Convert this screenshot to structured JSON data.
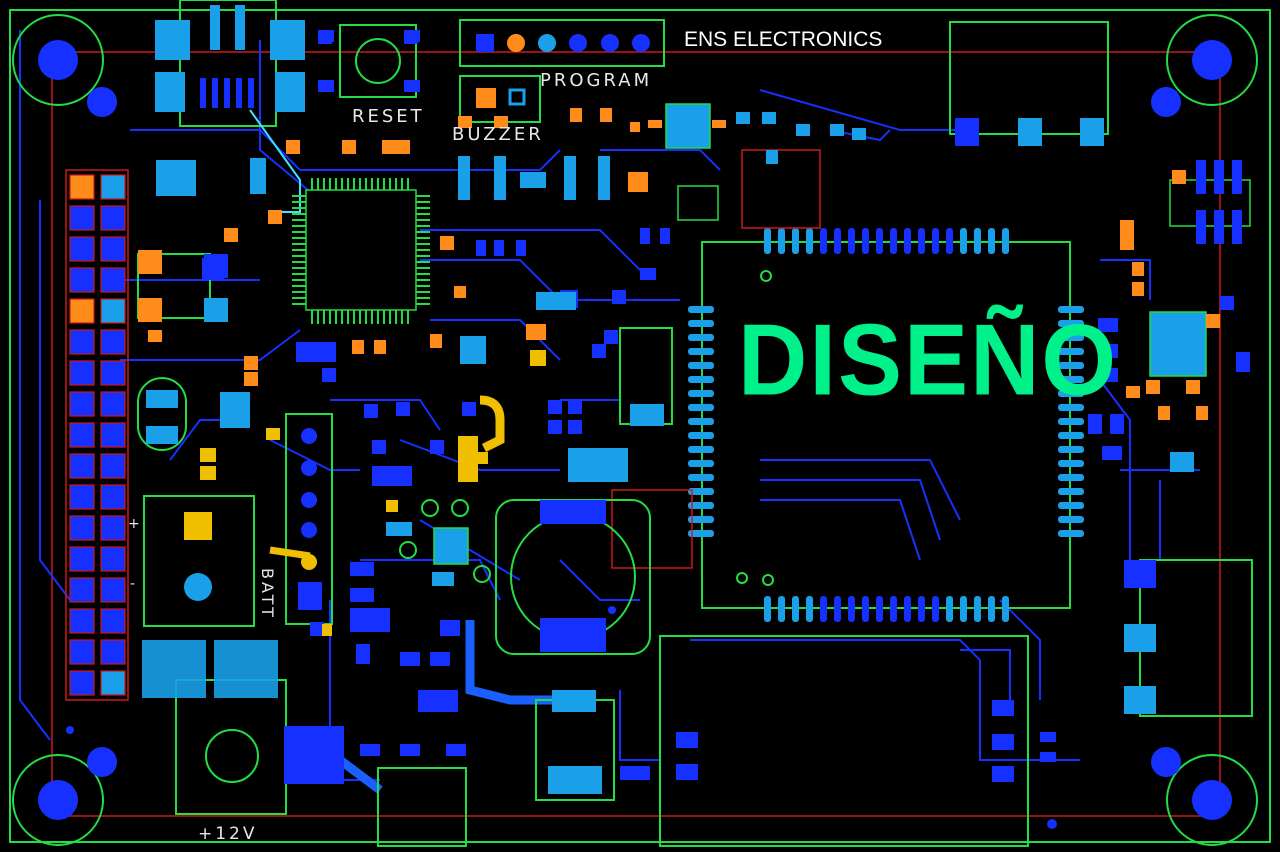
{
  "board": {
    "brand": "ENS ELECTRONICS",
    "headline": "DISEÑO",
    "colors": {
      "background": "#000000",
      "traces": "#1530ff",
      "pads_blue": "#1aa0e8",
      "pads_orange": "#ff8c1a",
      "pads_yellow": "#f0c000",
      "outline_green": "#22dd44",
      "outline_red": "#d01818",
      "headline": "#00f08a"
    }
  },
  "silkscreen": {
    "reset": "RESET",
    "buzzer": "BUZZER",
    "program": "PROGRAM",
    "batt": "BATT",
    "power": "+12V",
    "plus": "+",
    "minus": "-"
  },
  "icons": [
    "mounting-hole-icon",
    "mcu-chip-icon",
    "usb-connector-icon",
    "barrel-jack-icon",
    "coin-cell-icon",
    "header-pin-icon"
  ]
}
